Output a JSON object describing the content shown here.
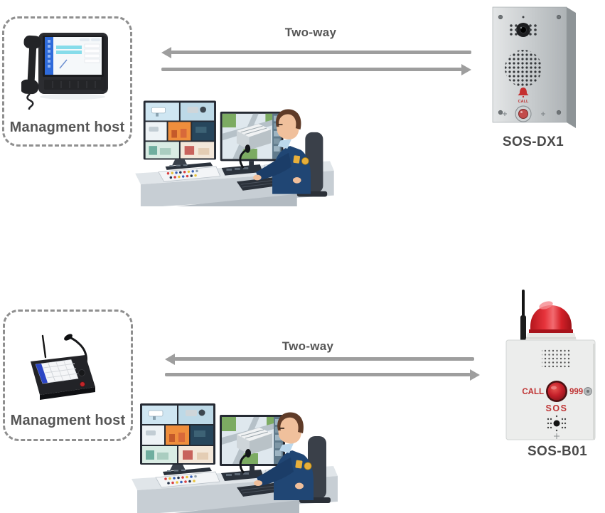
{
  "top_flow": {
    "host_label": "Managment host",
    "connection_label": "Two-way",
    "device_label": "SOS-DX1",
    "device_panel": {
      "call_text": "CALL"
    }
  },
  "bottom_flow": {
    "host_label": "Managment host",
    "connection_label": "Two-way",
    "device_label": "SOS-B01",
    "device_panel": {
      "call_text": "CALL",
      "emergency_number": "999",
      "sos_text": "SOS"
    }
  },
  "colors": {
    "background": "#ffffff",
    "arrow_gray": "#9e9e9e",
    "dashed_border": "#8f8f8f",
    "host_label_text": "#565656",
    "device_label_text": "#4a4a4a",
    "alert_red": "#bf3434",
    "beacon_red": "#d21f27",
    "steel_gray": "#c3c7c9",
    "uniform_navy": "#204674"
  }
}
